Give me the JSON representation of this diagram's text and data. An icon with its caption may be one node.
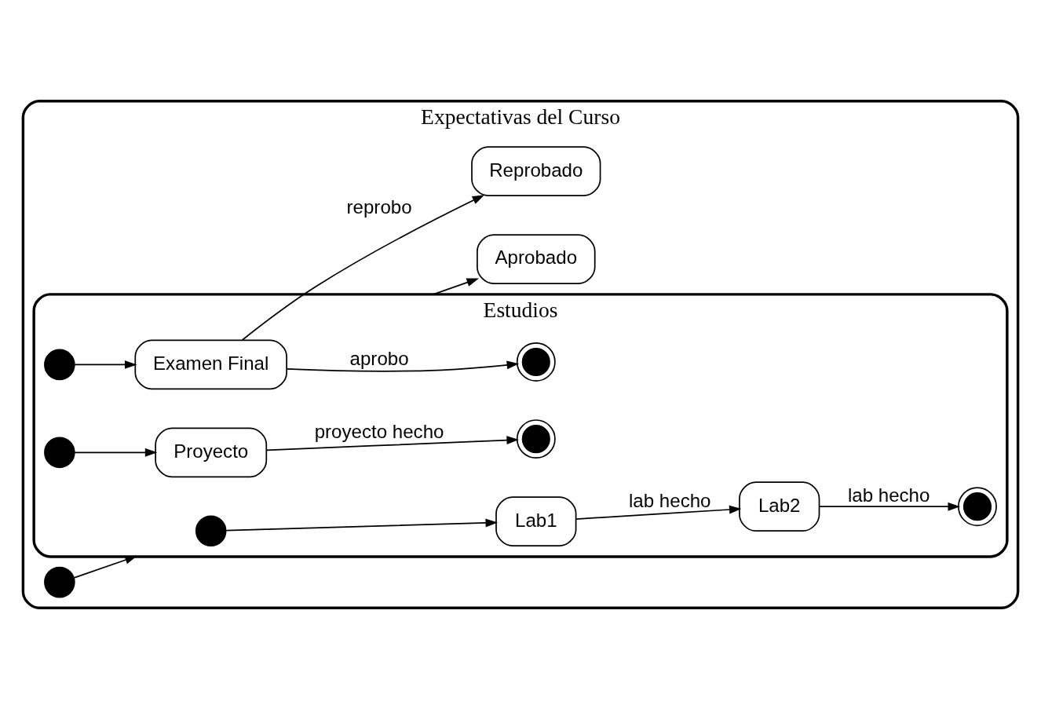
{
  "diagram": {
    "nodes": [
      {
        "text": [
          "Expectativas del Curso"
        ]
      },
      {
        "text": [],
        "shape": "circle",
        "in": 0
      },
      {
        "text": [
          "Estudios"
        ],
        "in": 0
      },
      {
        "text": [],
        "shape": "circle",
        "in": 2
      },
      {
        "text": [
          "Lab1"
        ],
        "in": 2
      },
      {
        "text": [
          "Lab2"
        ],
        "in": 2
      },
      {
        "text": [],
        "shape": "bullseye",
        "in": 2
      },
      {
        "text": [],
        "shape": "circle",
        "in": 2
      },
      {
        "text": [
          "Proyecto"
        ],
        "in": 2
      },
      {
        "text": [],
        "shape": "bullseye",
        "in": 2
      },
      {
        "text": [],
        "shape": "circle",
        "in": 2
      },
      {
        "text": [
          "Examen Final"
        ],
        "in": 2
      },
      {
        "text": [],
        "shape": "bullseye",
        "in": 2
      },
      {
        "text": [
          "Reprobado"
        ],
        "in": 0
      },
      {
        "text": [
          "Aprobado"
        ],
        "in": 0
      }
    ],
    "edges": [
      {
        "from": 1,
        "to": 2,
        "arrow": "to"
      },
      {
        "from": 3,
        "to": 4,
        "arrow": "to"
      },
      {
        "from": 4,
        "to": 5,
        "arrow": "to",
        "label": "lab hecho"
      },
      {
        "from": 5,
        "to": 6,
        "arrow": "to",
        "label": "lab hecho"
      },
      {
        "from": 7,
        "to": 8,
        "arrow": "to"
      },
      {
        "from": 8,
        "to": 9,
        "arrow": "to",
        "label": "proyecto hecho"
      },
      {
        "from": 10,
        "to": 11,
        "arrow": "to"
      },
      {
        "from": 11,
        "to": 12,
        "arrow": "to",
        "label": "aprobo"
      },
      {
        "from": 11,
        "to": 13,
        "arrow": "to",
        "label": "reprobo"
      },
      {
        "from": 2,
        "to": 14,
        "arrow": "to"
      }
    ]
  }
}
